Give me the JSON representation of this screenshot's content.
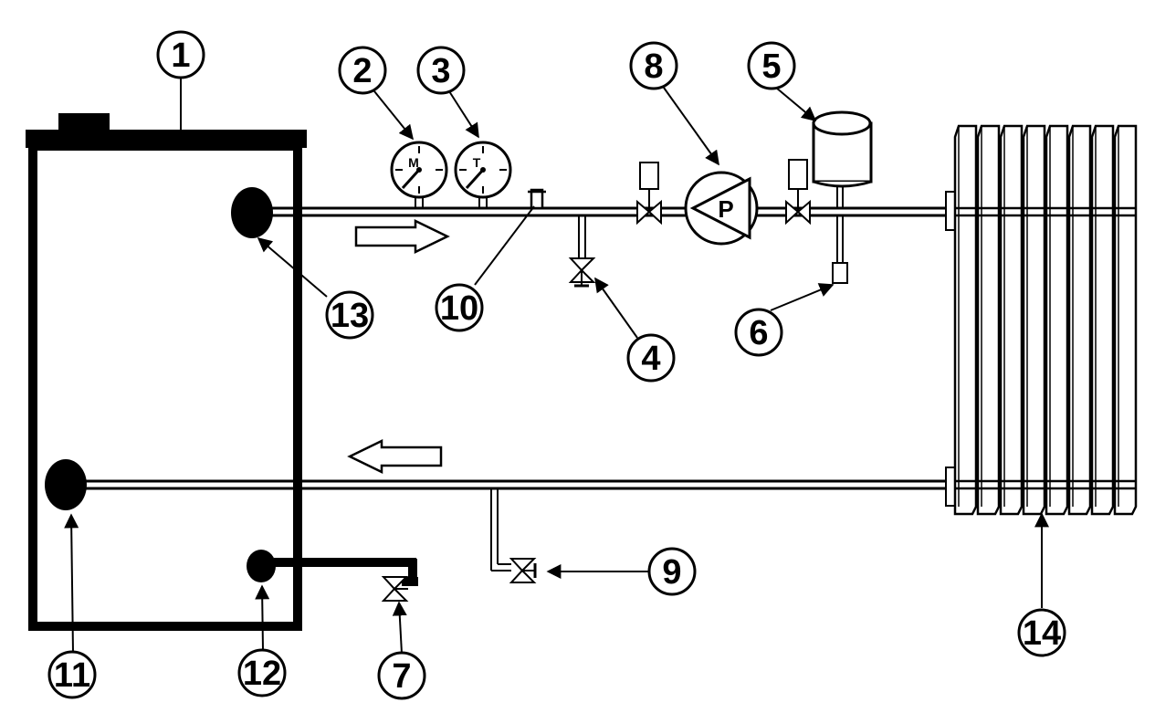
{
  "diagram": {
    "callouts": [
      "1",
      "2",
      "3",
      "4",
      "5",
      "6",
      "7",
      "8",
      "9",
      "10",
      "11",
      "12",
      "13",
      "14"
    ],
    "gauge_letters": {
      "manometer": "M",
      "thermometer": "T"
    },
    "pump_letter": "P"
  }
}
